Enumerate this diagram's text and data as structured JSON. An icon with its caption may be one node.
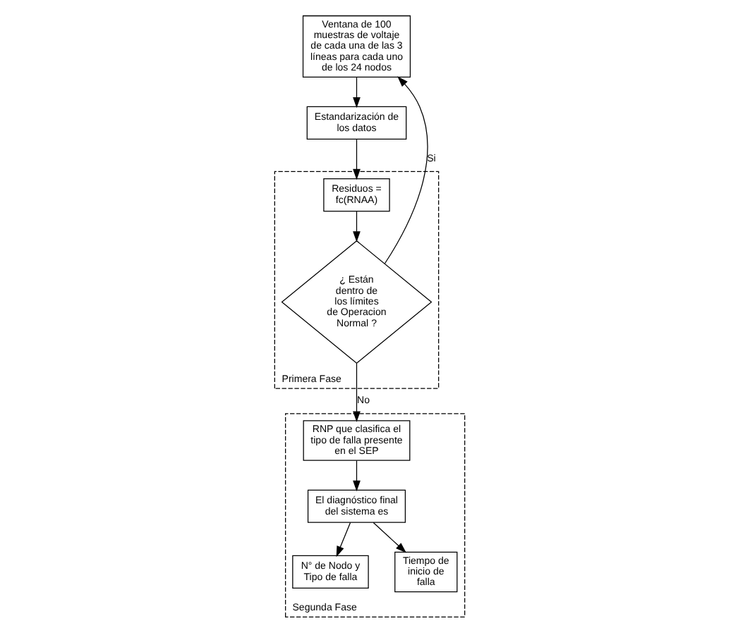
{
  "diagram": {
    "nodes": [
      {
        "text": [
          "Ventana de 100 muestras de voltaje de cada una de las 3 líneas para cada uno de los 24 nodos"
        ]
      },
      {
        "text": [
          "Estandarización de los datos"
        ]
      },
      {
        "text": [
          "Primera Fase"
        ]
      },
      {
        "text": [
          "Residuos = fc(RNAA)"
        ],
        "in": 2
      },
      {
        "text": [
          "¿ Están dentro de los límites de Operacion Normal ?"
        ],
        "in": 2
      },
      {
        "text": [
          "Segunda Fase"
        ]
      },
      {
        "text": [
          "RNP que clasifica el tipo de falla presente en el SEP"
        ],
        "in": 5
      },
      {
        "text": [
          "El diagnóstico final del sistema es"
        ],
        "in": 5
      },
      {
        "text": [
          "N° de Nodo y Tipo de falla"
        ],
        "in": 5
      },
      {
        "text": [
          "Tiempo de inicio de falla"
        ],
        "in": 5
      }
    ],
    "edges": [
      {
        "from": 0,
        "to": 1,
        "arrow": "to"
      },
      {
        "from": 1,
        "to": 3,
        "arrow": "to"
      },
      {
        "from": 3,
        "to": 4,
        "arrow": "to"
      },
      {
        "from": 4,
        "to": 0,
        "arrow": "to",
        "label": "Si"
      },
      {
        "from": 4,
        "to": 6,
        "arrow": "to",
        "label": "No"
      },
      {
        "from": 6,
        "to": 7,
        "arrow": "to"
      },
      {
        "from": 7,
        "to": 8,
        "arrow": "to"
      },
      {
        "from": 7,
        "to": 9,
        "arrow": "to"
      }
    ]
  }
}
